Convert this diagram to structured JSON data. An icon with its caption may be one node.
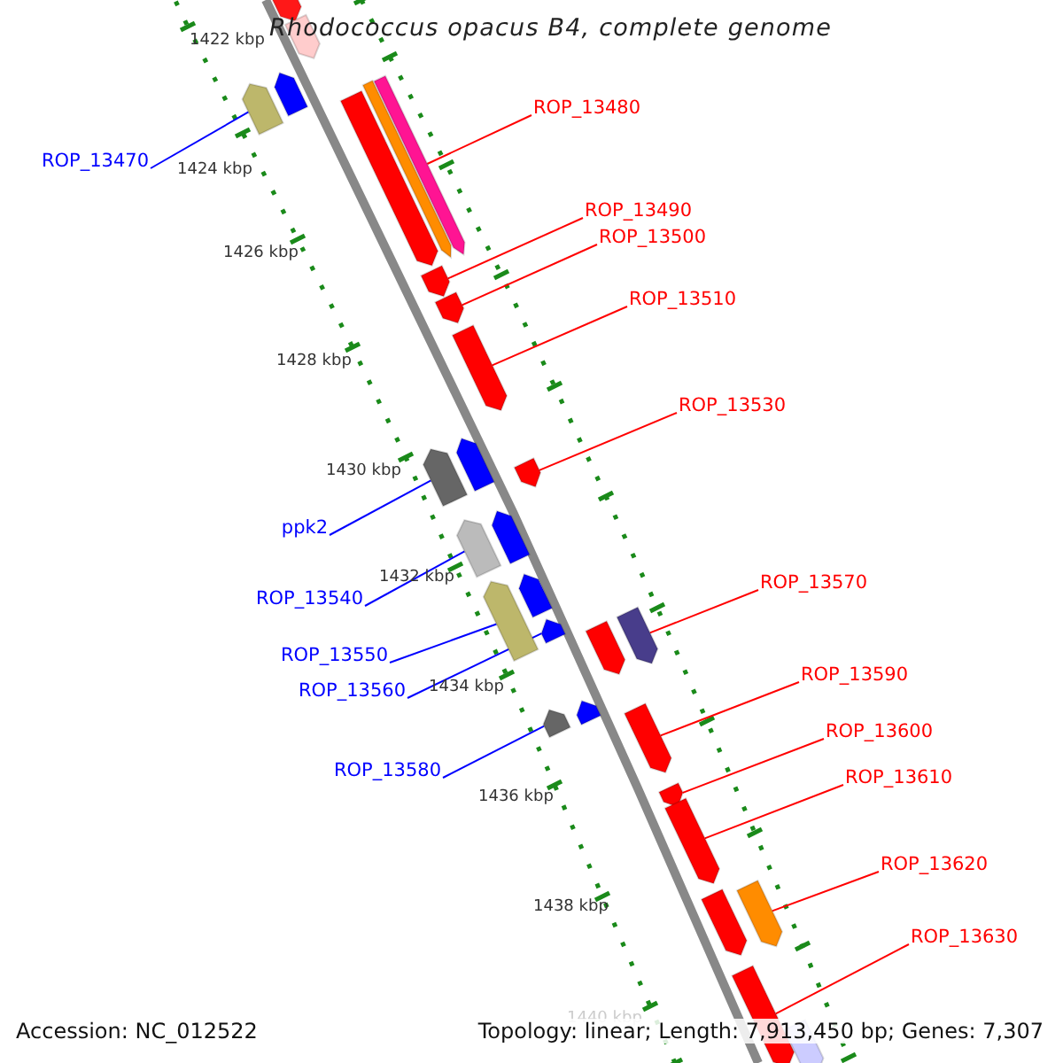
{
  "diagram": {
    "title": "Rhodococcus opacus B4, complete genome",
    "nodes": [
      {
        "text": [
          "ROP_13470"
        ]
      },
      {
        "text": [
          "ROP_13480"
        ]
      },
      {
        "text": [
          "ROP_13490"
        ]
      },
      {
        "text": [
          "ROP_13500"
        ]
      },
      {
        "text": [
          "ROP_13510"
        ]
      },
      {
        "text": [
          "ROP_13530"
        ]
      },
      {
        "text": [
          "ppk2"
        ]
      },
      {
        "text": [
          "ROP_13540"
        ]
      },
      {
        "text": [
          "ROP_13570"
        ]
      },
      {
        "text": [
          "ROP_13550"
        ]
      },
      {
        "text": [
          "ROP_13560"
        ]
      },
      {
        "text": [
          "ROP_13590"
        ]
      },
      {
        "text": [
          "ROP_13580"
        ]
      },
      {
        "text": [
          "ROP_13600"
        ]
      },
      {
        "text": [
          "ROP_13610"
        ]
      },
      {
        "text": [
          "ROP_13620"
        ]
      },
      {
        "text": [
          "ROP_13630"
        ]
      },
      {
        "text": [],
        "shape": "bar"
      },
      {
        "text": [],
        "shape": "bar"
      },
      {
        "text": [],
        "shape": "bar"
      },
      {
        "text": [],
        "shape": "bar"
      },
      {
        "text": [],
        "shape": "bar"
      },
      {
        "text": [],
        "shape": "bar"
      },
      {
        "text": [],
        "shape": "bar"
      },
      {
        "text": [],
        "shape": "bar"
      },
      {
        "text": [],
        "shape": "bar"
      },
      {
        "text": [],
        "shape": "bar"
      },
      {
        "text": [],
        "shape": "bar"
      },
      {
        "text": [],
        "shape": "bar"
      },
      {
        "text": [],
        "shape": "bar"
      },
      {
        "text": [],
        "shape": "bar"
      },
      {
        "text": [],
        "shape": "bar"
      },
      {
        "text": [],
        "shape": "bar"
      },
      {
        "text": [],
        "shape": "bar"
      },
      {
        "text": [],
        "shape": "bar"
      },
      {
        "text": [],
        "shape": "bar"
      },
      {
        "text": [],
        "shape": "bar"
      },
      {
        "text": [],
        "shape": "bar"
      },
      {
        "text": [],
        "shape": "bar"
      },
      {
        "text": [],
        "shape": "bar"
      },
      {
        "text": [],
        "shape": "bar"
      },
      {
        "text": [],
        "shape": "bar"
      },
      {
        "text": [],
        "shape": "bar"
      },
      {
        "text": [],
        "shape": "bar"
      },
      {
        "text": [],
        "shape": "bar"
      },
      {
        "text": [],
        "shape": "bar"
      }
    ],
    "edges": [
      {
        "from": 0,
        "to": 20,
        "arrow": "none",
        "color": "#0000ff"
      },
      {
        "from": 1,
        "to": 21,
        "arrow": "none"
      },
      {
        "from": 2,
        "to": 24,
        "arrow": "none"
      },
      {
        "from": 3,
        "to": 25,
        "arrow": "none"
      },
      {
        "from": 4,
        "to": 26,
        "arrow": "none"
      },
      {
        "from": 5,
        "to": 29,
        "arrow": "none"
      },
      {
        "from": 6,
        "to": 28,
        "arrow": "none",
        "color": "#0000ff"
      },
      {
        "from": 7,
        "to": 31,
        "arrow": "none",
        "color": "#0000ff"
      },
      {
        "from": 8,
        "to": 35,
        "arrow": "none"
      },
      {
        "from": 9,
        "to": 33,
        "arrow": "none",
        "color": "#0000ff"
      },
      {
        "from": 10,
        "to": 34,
        "arrow": "none",
        "color": "#0000ff"
      },
      {
        "from": 11,
        "to": 39,
        "arrow": "none"
      },
      {
        "from": 12,
        "to": 38,
        "arrow": "none",
        "color": "#0000ff"
      },
      {
        "from": 13,
        "to": 40,
        "arrow": "none"
      },
      {
        "from": 14,
        "to": 41,
        "arrow": "none"
      },
      {
        "from": 15,
        "to": 42,
        "arrow": "none"
      },
      {
        "from": 16,
        "to": 44,
        "arrow": "none"
      }
    ],
    "labels": [
      "1422 kbp",
      "1424 kbp",
      "1426 kbp",
      "1428 kbp",
      "1430 kbp",
      "1432 kbp",
      "1434 kbp",
      "1436 kbp",
      "1438 kbp",
      "1440 kbp",
      "Accession: NC_012522",
      "Topology: linear; Length: 7,913,450 bp; Genes: 7,307"
    ]
  }
}
